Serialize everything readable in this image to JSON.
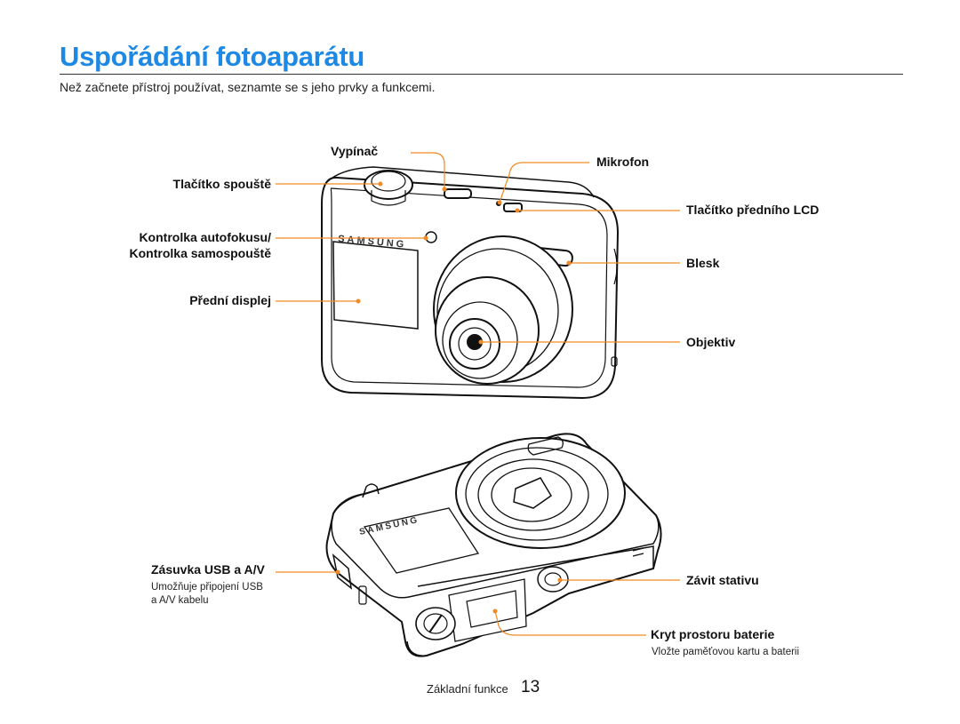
{
  "page": {
    "title": "Uspořádání fotoaparátu",
    "subtitle": "Než začnete přístroj používat, seznamte se s jeho prvky a funkcemi."
  },
  "front_view": {
    "brand_logo": "SAMSUNG",
    "labels": {
      "power": "Vypínač",
      "shutter": "Tlačítko spouště",
      "af_lamp_line1": "Kontrolka autofokusu/",
      "af_lamp_line2": "Kontrolka samospouště",
      "front_display": "Přední displej",
      "microphone": "Mikrofon",
      "front_lcd_button": "Tlačítko předního LCD",
      "flash": "Blesk",
      "lens": "Objektiv"
    }
  },
  "bottom_view": {
    "brand_logo": "SAMSUNG",
    "labels": {
      "usb_av": "Zásuvka USB a A/V",
      "usb_av_desc_line1": "Umožňuje připojení USB",
      "usb_av_desc_line2": "a A/V kabelu",
      "tripod": "Závit stativu",
      "battery_cover": "Kryt prostoru baterie",
      "battery_cover_desc": "Vložte paměťovou kartu a baterii"
    }
  },
  "footer": {
    "section": "Základní funkce",
    "page_number": "13"
  },
  "colors": {
    "title": "#1e88e5",
    "callout": "#f08a24"
  }
}
